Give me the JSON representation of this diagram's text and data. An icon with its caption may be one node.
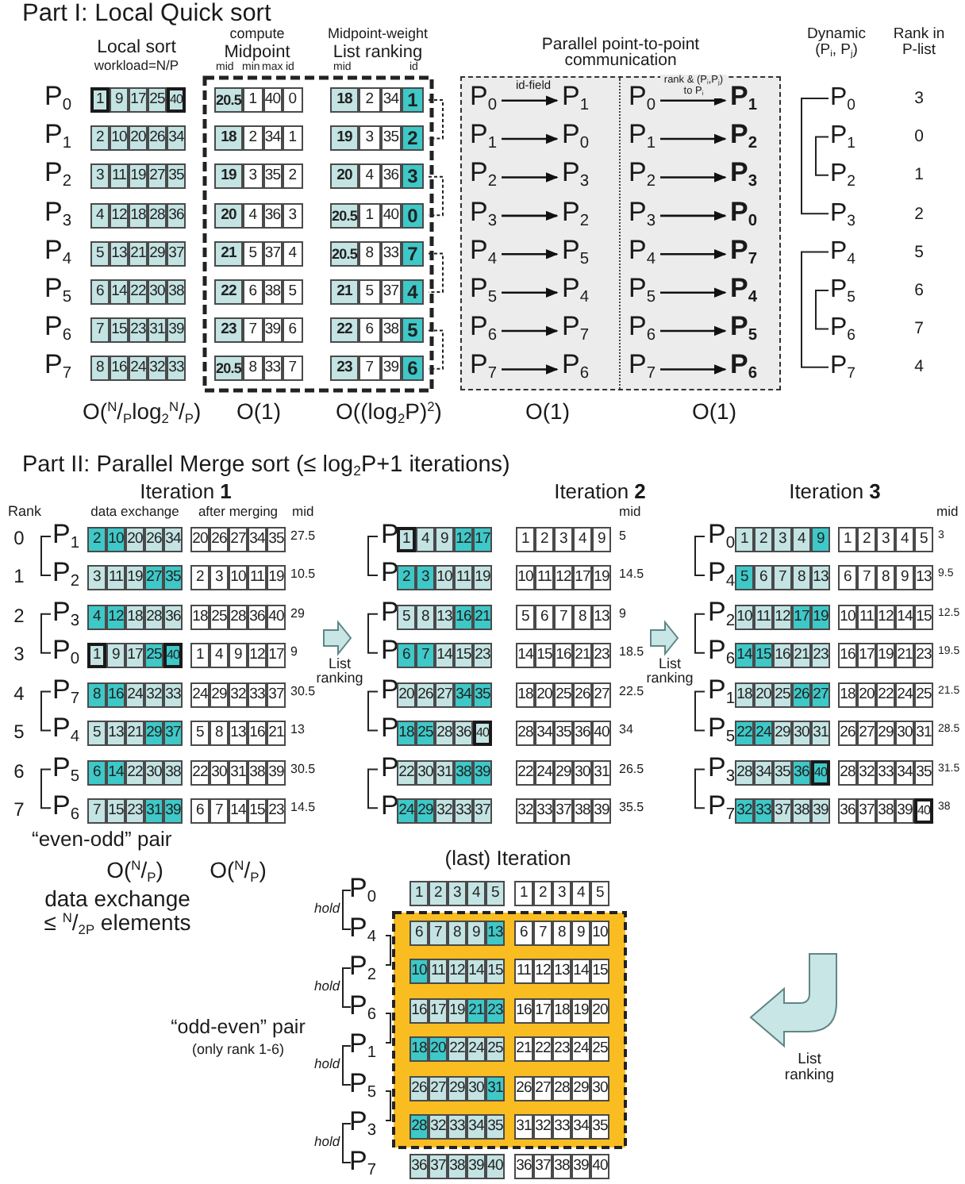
{
  "diagram": {
    "nodes": [
      {
        "text": [
          "Parallel point-to-point communication"
        ]
      },
      {
        "text": [
          "P$_{0}$"
        ],
        "in": 0
      },
      {
        "text": [
          "P$_{1}$"
        ],
        "in": 0
      },
      {
        "text": [
          "P$_{0}$"
        ],
        "in": 0
      },
      {
        "text": [
          "P$_{1}$"
        ],
        "in": 0
      },
      {
        "text": [
          "P$_{1}$"
        ],
        "in": 0
      },
      {
        "text": [
          "P$_{0}$"
        ],
        "in": 0
      },
      {
        "text": [
          "P$_{1}$"
        ],
        "in": 0
      },
      {
        "text": [
          "P$_{2}$"
        ],
        "in": 0
      },
      {
        "text": [
          "P$_{2}$"
        ],
        "in": 0
      },
      {
        "text": [
          "P$_{3}$"
        ],
        "in": 0
      },
      {
        "text": [
          "P$_{2}$"
        ],
        "in": 0
      },
      {
        "text": [
          "P$_{3}$"
        ],
        "in": 0
      },
      {
        "text": [
          "P$_{3}$"
        ],
        "in": 0
      },
      {
        "text": [
          "P$_{2}$"
        ],
        "in": 0
      },
      {
        "text": [
          "P$_{3}$"
        ],
        "in": 0
      },
      {
        "text": [
          "P$_{0}$"
        ],
        "in": 0
      },
      {
        "text": [
          "P$_{4}$"
        ],
        "in": 0
      },
      {
        "text": [
          "P$_{5}$"
        ],
        "in": 0
      },
      {
        "text": [
          "P$_{4}$"
        ],
        "in": 0
      },
      {
        "text": [
          "P$_{7}$"
        ],
        "in": 0
      },
      {
        "text": [
          "P$_{5}$"
        ],
        "in": 0
      },
      {
        "text": [
          "P$_{4}$"
        ],
        "in": 0
      },
      {
        "text": [
          "P$_{5}$"
        ],
        "in": 0
      },
      {
        "text": [
          "P$_{4}$"
        ],
        "in": 0
      },
      {
        "text": [
          "P$_{6}$"
        ],
        "in": 0
      },
      {
        "text": [
          "P$_{7}$"
        ],
        "in": 0
      },
      {
        "text": [
          "P$_{6}$"
        ],
        "in": 0
      },
      {
        "text": [
          "P$_{5}$"
        ],
        "in": 0
      },
      {
        "text": [
          "P$_{7}$"
        ],
        "in": 0
      },
      {
        "text": [
          "P$_{6}$"
        ],
        "in": 0
      },
      {
        "text": [
          "P$_{7}$"
        ],
        "in": 0
      },
      {
        "text": [
          "P$_{6}$"
        ],
        "in": 0
      }
    ],
    "edges": [
      {
        "from": 1,
        "to": 2,
        "arrow": "to",
        "label": "id-field"
      },
      {
        "from": 3,
        "to": 4,
        "arrow": "to",
        "label": "rank & (P$_{i}$,P$_{j}$) to P$_{i}$"
      },
      {
        "from": 5,
        "to": 6,
        "arrow": "to"
      },
      {
        "from": 7,
        "to": 8,
        "arrow": "to"
      },
      {
        "from": 9,
        "to": 10,
        "arrow": "to"
      },
      {
        "from": 11,
        "to": 12,
        "arrow": "to"
      },
      {
        "from": 13,
        "to": 14,
        "arrow": "to"
      },
      {
        "from": 15,
        "to": 16,
        "arrow": "to"
      },
      {
        "from": 17,
        "to": 18,
        "arrow": "to"
      },
      {
        "from": 19,
        "to": 20,
        "arrow": "to"
      },
      {
        "from": 21,
        "to": 22,
        "arrow": "to"
      },
      {
        "from": 23,
        "to": 24,
        "arrow": "to"
      },
      {
        "from": 25,
        "to": 26,
        "arrow": "to"
      },
      {
        "from": 27,
        "to": 28,
        "arrow": "to"
      },
      {
        "from": 29,
        "to": 30,
        "arrow": "to"
      },
      {
        "from": 31,
        "to": 32,
        "arrow": "to"
      }
    ],
    "labels": [
      "Part I: Local Quick sort",
      "Local sort",
      "workload=N/P",
      "compute",
      "Midpoint",
      "mid",
      "min",
      "max",
      "id",
      "Midpoint-weight",
      "List ranking",
      "mid",
      "id",
      "P$_{0}$",
      "1",
      "9",
      "17",
      "25",
      "40",
      "20.5",
      "1",
      "40",
      "0",
      "18",
      "2",
      "34",
      "1",
      "P$_{1}$",
      "2",
      "10",
      "20",
      "26",
      "34",
      "18",
      "2",
      "34",
      "1",
      "19",
      "3",
      "35",
      "2",
      "P$_{2}$",
      "3",
      "11",
      "19",
      "27",
      "35",
      "19",
      "3",
      "35",
      "2",
      "20",
      "4",
      "36",
      "3",
      "P$_{3}$",
      "4",
      "12",
      "18",
      "28",
      "36",
      "20",
      "4",
      "36",
      "3",
      "20.5",
      "1",
      "40",
      "0",
      "P$_{4}$",
      "5",
      "13",
      "21",
      "29",
      "37",
      "21",
      "5",
      "37",
      "4",
      "20.5",
      "8",
      "33",
      "7",
      "P$_{5}$",
      "6",
      "14",
      "22",
      "30",
      "38",
      "22",
      "6",
      "38",
      "5",
      "21",
      "5",
      "37",
      "4",
      "P$_{6}$",
      "7",
      "15",
      "23",
      "31",
      "39",
      "23",
      "7",
      "39",
      "6",
      "22",
      "6",
      "38",
      "5",
      "P$_{7}$",
      "8",
      "16",
      "24",
      "32",
      "33",
      "20.5",
      "8",
      "33",
      "7",
      "23",
      "7",
      "39",
      "6",
      "O($^{N}$/$_{P}$log$_{2}$$^{N}$/$_{P}$)",
      "O(1)",
      "O((log$_{2}$P)$^{2}$)",
      "O(1)",
      "O(1)",
      "Dynamic (P$_{i}$, P$_{j}$)",
      "Rank in P-list",
      "P$_{0}$",
      "3",
      "P$_{1}$",
      "0",
      "P$_{2}$",
      "1",
      "P$_{3}$",
      "2",
      "P$_{4}$",
      "5",
      "P$_{5}$",
      "6",
      "P$_{6}$",
      "7",
      "P$_{7}$",
      "4",
      "Part II: Parallel Merge sort (≤ log$_{2}$P+1 iterations)",
      "Iteration **1**",
      "Rank",
      "data exchange",
      "after merging",
      "mid",
      "0",
      "P$_{1}$",
      "2",
      "10",
      "20",
      "26",
      "34",
      "20",
      "26",
      "27",
      "34",
      "35",
      "27.5",
      "1",
      "P$_{2}$",
      "3",
      "11",
      "19",
      "27",
      "35",
      "2",
      "3",
      "10",
      "11",
      "19",
      "10.5",
      "2",
      "P$_{3}$",
      "4",
      "12",
      "18",
      "28",
      "36",
      "18",
      "25",
      "28",
      "36",
      "40",
      "29",
      "3",
      "P$_{0}$",
      "1",
      "9",
      "17",
      "25",
      "40",
      "1",
      "4",
      "9",
      "12",
      "17",
      "9",
      "4",
      "P$_{7}$",
      "8",
      "16",
      "24",
      "32",
      "33",
      "24",
      "29",
      "32",
      "33",
      "37",
      "30.5",
      "5",
      "P$_{4}$",
      "5",
      "13",
      "21",
      "29",
      "37",
      "5",
      "8",
      "13",
      "16",
      "21",
      "13",
      "6",
      "P$_{5}$",
      "6",
      "14",
      "22",
      "30",
      "38",
      "22",
      "30",
      "31",
      "38",
      "39",
      "30.5",
      "7",
      "P$_{6}$",
      "7",
      "15",
      "23",
      "31",
      "39",
      "6",
      "7",
      "14",
      "15",
      "23",
      "14.5",
      "Iteration **2**",
      "mid",
      "P$_{0}$",
      "1",
      "4",
      "9",
      "12",
      "17",
      "1",
      "2",
      "3",
      "4",
      "9",
      "5",
      "P$_{2}$",
      "2",
      "3",
      "10",
      "11",
      "19",
      "10",
      "11",
      "12",
      "17",
      "19",
      "14.5",
      "P$_{4}$",
      "5",
      "8",
      "13",
      "16",
      "21",
      "5",
      "6",
      "7",
      "8",
      "13",
      "9",
      "P$_{6}$",
      "6",
      "7",
      "14",
      "15",
      "23",
      "14",
      "15",
      "16",
      "21",
      "23",
      "18.5",
      "P$_{1}$",
      "20",
      "26",
      "27",
      "34",
      "35",
      "18",
      "20",
      "25",
      "26",
      "27",
      "22.5",
      "P$_{3}$",
      "18",
      "25",
      "28",
      "36",
      "40",
      "28",
      "34",
      "35",
      "36",
      "40",
      "34",
      "P$_{5}$",
      "22",
      "30",
      "31",
      "38",
      "39",
      "22",
      "24",
      "29",
      "30",
      "31",
      "26.5",
      "P$_{7}$",
      "24",
      "29",
      "32",
      "33",
      "37",
      "32",
      "33",
      "37",
      "38",
      "39",
      "35.5",
      "List ranking",
      "List ranking",
      "Iteration **3**",
      "mid",
      "P$_{0}$",
      "1",
      "2",
      "3",
      "4",
      "9",
      "1",
      "2",
      "3",
      "4",
      "5",
      "3",
      "P$_{4}$",
      "5",
      "6",
      "7",
      "8",
      "13",
      "6",
      "7",
      "8",
      "9",
      "13",
      "9.5",
      "P$_{2}$",
      "10",
      "11",
      "12",
      "17",
      "19",
      "10",
      "11",
      "12",
      "14",
      "15",
      "12.5",
      "P$_{6}$",
      "14",
      "15",
      "16",
      "21",
      "23",
      "16",
      "17",
      "19",
      "21",
      "23",
      "19.5",
      "P$_{1}$",
      "18",
      "20",
      "25",
      "26",
      "27",
      "18",
      "20",
      "22",
      "24",
      "25",
      "21.5",
      "P$_{5}$",
      "22",
      "24",
      "29",
      "30",
      "31",
      "26",
      "27",
      "29",
      "30",
      "31",
      "28.5",
      "P$_{3}$",
      "28",
      "34",
      "35",
      "36",
      "40",
      "28",
      "32",
      "33",
      "34",
      "35",
      "31.5",
      "P$_{7}$",
      "32",
      "33",
      "37",
      "38",
      "39",
      "36",
      "37",
      "38",
      "39",
      "40",
      "38",
      "“even-odd” pair",
      "O($^{N}$/$_{P}$)",
      "O($^{N}$/$_{P}$)",
      "data exchange",
      "≤ $^{N}$/$_{2P}$ elements",
      "“odd-even” pair",
      "(only rank 1-6)",
      "(last) Iteration",
      "P$_{0}$",
      "1",
      "2",
      "3",
      "4",
      "5",
      "1",
      "2",
      "3",
      "4",
      "5",
      "P$_{4}$",
      "6",
      "7",
      "8",
      "9",
      "13",
      "6",
      "7",
      "8",
      "9",
      "10",
      "P$_{2}$",
      "10",
      "11",
      "12",
      "14",
      "15",
      "11",
      "12",
      "13",
      "14",
      "15",
      "P$_{6}$",
      "16",
      "17",
      "19",
      "21",
      "23",
      "16",
      "17",
      "18",
      "19",
      "20",
      "P$_{1}$",
      "18",
      "20",
      "22",
      "24",
      "25",
      "21",
      "22",
      "23",
      "24",
      "25",
      "P$_{5}$",
      "26",
      "27",
      "29",
      "30",
      "31",
      "26",
      "27",
      "28",
      "29",
      "30",
      "P$_{3}$",
      "28",
      "32",
      "33",
      "34",
      "35",
      "31",
      "32",
      "33",
      "34",
      "35",
      "P$_{7}$",
      "36",
      "37",
      "38",
      "39",
      "40",
      "36",
      "37",
      "38",
      "39",
      "40",
      "hold",
      "hold",
      "hold",
      "hold",
      "List ranking"
    ]
  }
}
